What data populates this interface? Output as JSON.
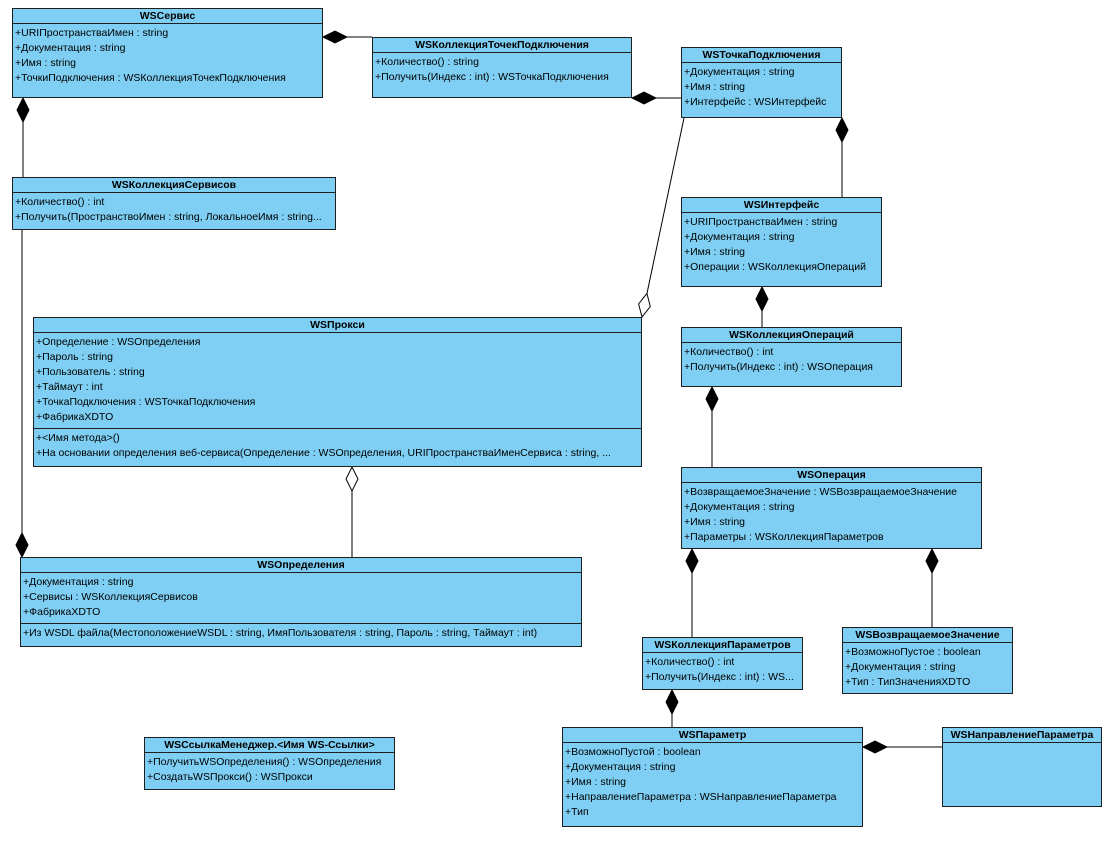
{
  "classes": [
    {
      "id": "ws-service",
      "name": "WSСервис",
      "attributes": [
        "+URIПространстваИмен : string",
        "+Документация : string",
        "+Имя : string",
        "+ТочкиПодключения : WSКоллекцияТочекПодключения"
      ],
      "operations": []
    },
    {
      "id": "ws-endpoint-collection",
      "name": "WSКоллекцияТочекПодключения",
      "attributes": [
        "+Количество() : string",
        "+Получить(Индекс : int) : WSТочкаПодключения"
      ],
      "operations": []
    },
    {
      "id": "ws-endpoint",
      "name": "WSТочкаПодключения",
      "attributes": [
        "+Документация : string",
        "+Имя : string",
        "+Интерфейс : WSИнтерфейс"
      ],
      "operations": []
    },
    {
      "id": "ws-service-collection",
      "name": "WSКоллекцияСервисов",
      "attributes": [
        "+Количество() : int",
        "+Получить(ПространствоИмен : string, ЛокальноеИмя : string..."
      ],
      "operations": []
    },
    {
      "id": "ws-interface",
      "name": "WSИнтерфейс",
      "attributes": [
        "+URIПространстваИмен : string",
        "+Документация : string",
        "+Имя : string",
        "+Операции : WSКоллекцияОпераций"
      ],
      "operations": []
    },
    {
      "id": "ws-proxy",
      "name": "WSПрокси",
      "attributes": [
        "+Определение : WSОпределения",
        "+Пароль : string",
        "+Пользователь : string",
        "+Таймаут : int",
        "+ТочкаПодключения : WSТочкаПодключения",
        "+ФабрикаXDTO"
      ],
      "operations": [
        "+<Имя метода>()",
        "+На основании определения веб-сервиса(Определение : WSОпределения, URIПространстваИменСервиса : string, ..."
      ]
    },
    {
      "id": "ws-operation-collection",
      "name": "WSКоллекцияОпераций",
      "attributes": [
        "+Количество() : int",
        "+Получить(Индекс : int) : WSОперация"
      ],
      "operations": []
    },
    {
      "id": "ws-operation",
      "name": "WSОперация",
      "attributes": [
        "+ВозвращаемоеЗначение : WSВозвращаемоеЗначение",
        "+Документация : string",
        "+Имя : string",
        "+Параметры : WSКоллекцияПараметров"
      ],
      "operations": []
    },
    {
      "id": "ws-definitions",
      "name": "WSОпределения",
      "attributes": [
        "+Документация : string",
        "+Сервисы : WSКоллекцияСервисов",
        "+ФабрикаXDTO"
      ],
      "operations": [
        "+Из WSDL файла(МестоположениеWSDL : string, ИмяПользователя : string, Пароль : string, Таймаут : int)"
      ]
    },
    {
      "id": "ws-parameter-collection",
      "name": "WSКоллекцияПараметров",
      "attributes": [
        "+Количество() : int",
        "+Получить(Индекс : int) : WS..."
      ],
      "operations": []
    },
    {
      "id": "ws-return-value",
      "name": "WSВозвращаемоеЗначение",
      "attributes": [
        "+ВозможноПустое : boolean",
        "+Документация : string",
        "+Тип : ТипЗначенияXDTO"
      ],
      "operations": []
    },
    {
      "id": "ws-link-manager",
      "name": "WSСсылкаМенеджер.<Имя WS-Ссылки>",
      "attributes": [
        "+ПолучитьWSОпределения() : WSОпределения",
        "+СоздатьWSПрокси() : WSПрокси"
      ],
      "operations": []
    },
    {
      "id": "ws-parameter",
      "name": "WSПараметр",
      "attributes": [
        "+ВозможноПустой : boolean",
        "+Документация : string",
        "+Имя : string",
        "+НаправлениеПараметра : WSНаправлениеПараметра",
        "+Тип"
      ],
      "operations": []
    },
    {
      "id": "ws-parameter-direction",
      "name": "WSНаправлениеПараметра",
      "attributes": [],
      "operations": []
    }
  ],
  "relations": [
    {
      "from": "ws-service",
      "to": "ws-endpoint-collection",
      "kind": "composition"
    },
    {
      "from": "ws-endpoint-collection",
      "to": "ws-endpoint",
      "kind": "composition"
    },
    {
      "from": "ws-service",
      "to": "ws-service-collection",
      "kind": "composition"
    },
    {
      "from": "ws-endpoint",
      "to": "ws-interface",
      "kind": "composition"
    },
    {
      "from": "ws-proxy",
      "to": "ws-endpoint",
      "kind": "aggregation"
    },
    {
      "from": "ws-interface",
      "to": "ws-operation-collection",
      "kind": "composition"
    },
    {
      "from": "ws-operation-collection",
      "to": "ws-operation",
      "kind": "composition"
    },
    {
      "from": "ws-proxy",
      "to": "ws-definitions",
      "kind": "aggregation"
    },
    {
      "from": "ws-definitions",
      "to": "ws-service-collection",
      "kind": "composition"
    },
    {
      "from": "ws-operation",
      "to": "ws-parameter-collection",
      "kind": "composition"
    },
    {
      "from": "ws-operation",
      "to": "ws-return-value",
      "kind": "composition"
    },
    {
      "from": "ws-parameter-collection",
      "to": "ws-parameter",
      "kind": "composition"
    },
    {
      "from": "ws-parameter",
      "to": "ws-parameter-direction",
      "kind": "composition"
    }
  ],
  "colors": {
    "class_fill": "#7ecff3",
    "border": "#1f1f1f",
    "line": "#000000"
  }
}
